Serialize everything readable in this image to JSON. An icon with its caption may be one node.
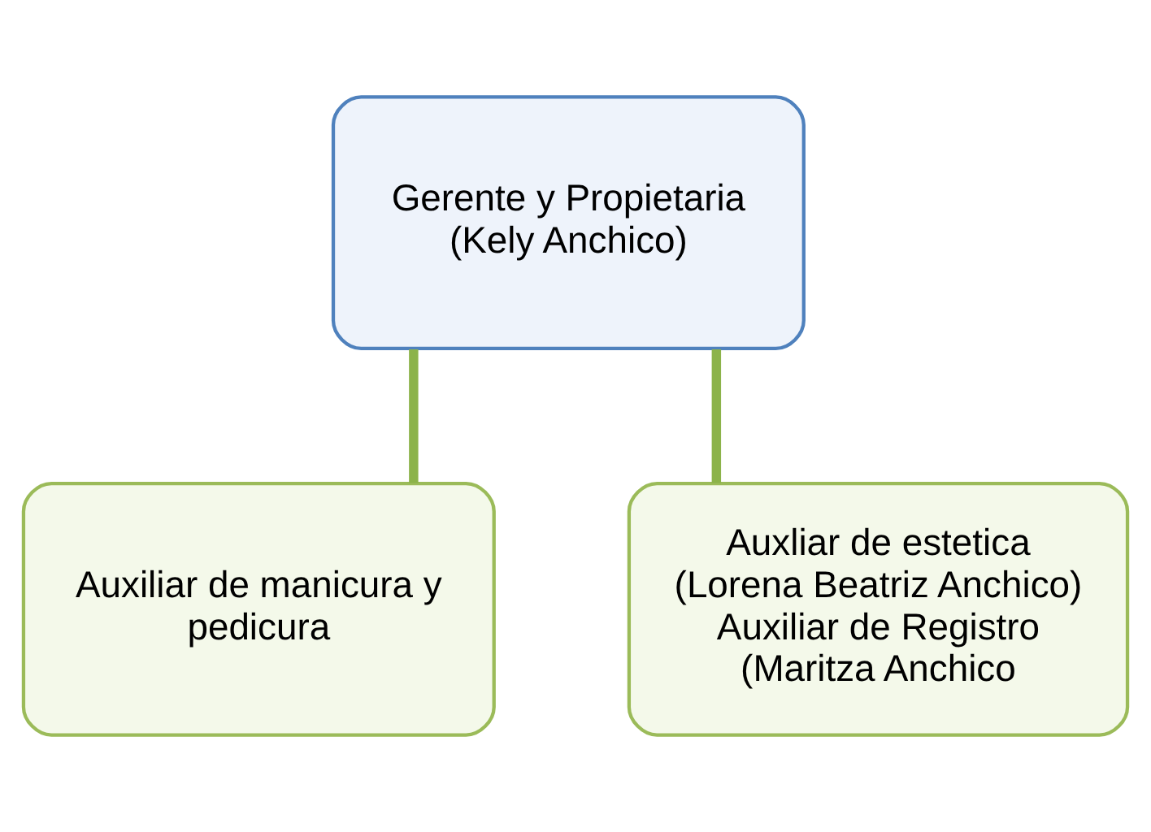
{
  "diagram": {
    "nodes": [
      {
        "text": [
          "Gerente y Propietaria (Kely Anchico)"
        ]
      },
      {
        "text": [
          "Auxiliar de manicura y pedicura"
        ]
      },
      {
        "text": [
          "Auxliar de estetica (Lorena Beatriz Anchico)",
          "Auxiliar de Registro (Maritza Anchico"
        ]
      }
    ],
    "edges": [
      {
        "from": 0,
        "to": 1,
        "arrow": "none"
      },
      {
        "from": 0,
        "to": 2,
        "arrow": "none"
      }
    ]
  }
}
